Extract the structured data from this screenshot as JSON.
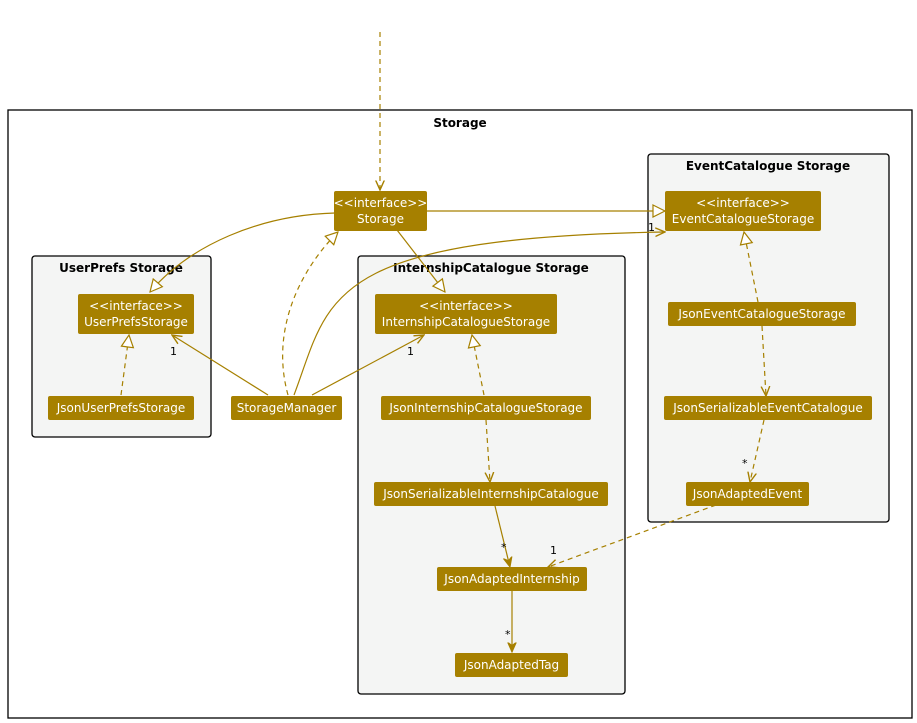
{
  "colors": {
    "class_fill": "#a68000",
    "class_text": "#ffffff",
    "line": "#a68000",
    "package_fill": "#f4f5f4",
    "package_border": "#000000"
  },
  "packages": {
    "storage": {
      "title": "Storage"
    },
    "userprefs": {
      "title": "UserPrefs Storage"
    },
    "internship": {
      "title": "InternshipCatalogue Storage"
    },
    "event": {
      "title": "EventCatalogue Storage"
    }
  },
  "classes": {
    "storage": {
      "stereotype": "<<interface>>",
      "name": "Storage"
    },
    "event_storage": {
      "stereotype": "<<interface>>",
      "name": "EventCatalogueStorage"
    },
    "userprefs_storage": {
      "stereotype": "<<interface>>",
      "name": "UserPrefsStorage"
    },
    "internship_storage": {
      "stereotype": "<<interface>>",
      "name": "InternshipCatalogueStorage"
    },
    "json_userprefs": {
      "name": "JsonUserPrefsStorage"
    },
    "storage_manager": {
      "name": "StorageManager"
    },
    "json_internship_storage": {
      "name": "JsonInternshipCatalogueStorage"
    },
    "json_serializable_internship": {
      "name": "JsonSerializableInternshipCatalogue"
    },
    "json_adapted_internship": {
      "name": "JsonAdaptedInternship"
    },
    "json_adapted_tag": {
      "name": "JsonAdaptedTag"
    },
    "json_event_storage": {
      "name": "JsonEventCatalogueStorage"
    },
    "json_serializable_event": {
      "name": "JsonSerializableEventCatalogue"
    },
    "json_adapted_event": {
      "name": "JsonAdaptedEvent"
    }
  },
  "multiplicities": {
    "manager_userprefs": "1",
    "manager_internship": "1",
    "manager_event": "1",
    "catalogue_internship": "*",
    "event_internship": "1",
    "event_catalogue_event": "*",
    "internship_tag": "*"
  }
}
